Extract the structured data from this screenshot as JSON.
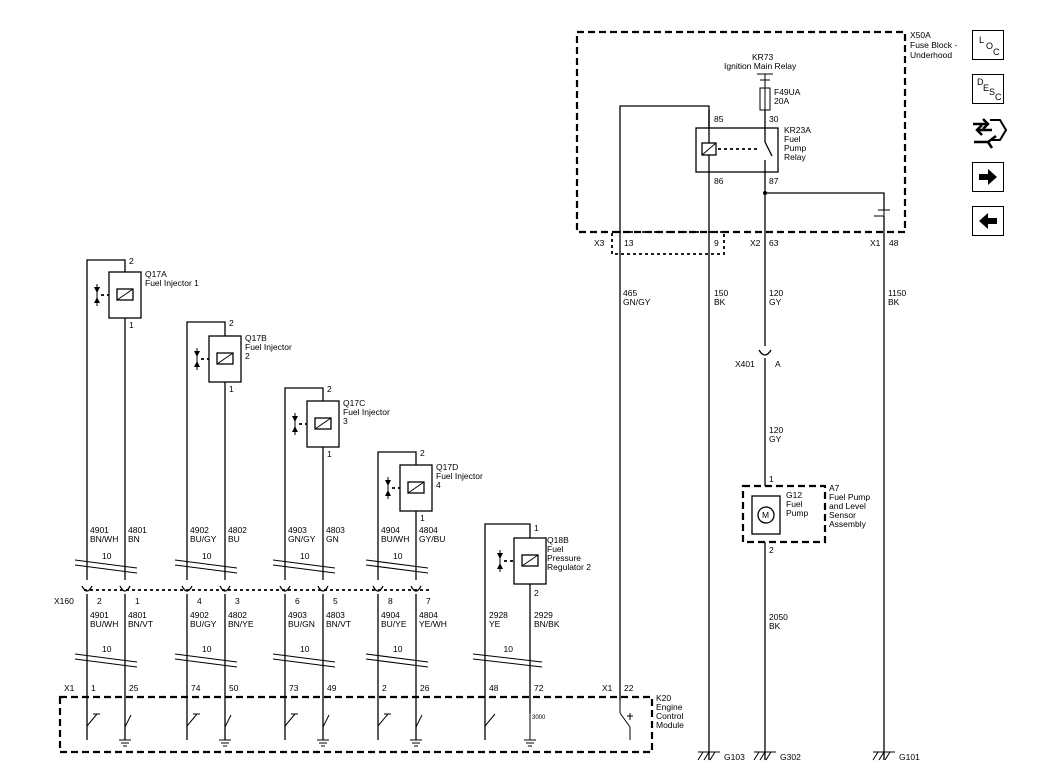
{
  "fuse_block": {
    "id": "X50A",
    "name": "Fuse Block -",
    "name2": "Underhood"
  },
  "relay_main": {
    "id": "KR73",
    "name": "Ignition Main Relay"
  },
  "fuse": {
    "id": "F49UA",
    "rating": "20A"
  },
  "fuel_pump_relay": {
    "id": "KR23A",
    "line1": "Fuel",
    "line2": "Pump",
    "line3": "Relay",
    "pin85": "85",
    "pin86": "86",
    "pin87": "87",
    "pin30": "30"
  },
  "fb_connectors": {
    "x3": "X3",
    "x3_pin13": "13",
    "x3_pin9": "9",
    "x2": "X2",
    "x2_pin63": "63",
    "x1": "X1",
    "x1_pin48": "48"
  },
  "wires": {
    "w465": {
      "circuit": "465",
      "color": "GN/GY"
    },
    "w150": {
      "circuit": "150",
      "color": "BK"
    },
    "w120a": {
      "circuit": "120",
      "color": "GY"
    },
    "w1150": {
      "circuit": "1150",
      "color": "BK"
    },
    "w120b": {
      "circuit": "120",
      "color": "GY"
    },
    "w2050": {
      "circuit": "2050",
      "color": "BK"
    }
  },
  "x401": {
    "id": "X401",
    "pin": "A"
  },
  "pump_module": {
    "id": "A7",
    "line1": "Fuel Pump",
    "line2": "and Level",
    "line3": "Sensor",
    "line4": "Assembly"
  },
  "pump": {
    "id": "G12",
    "line1": "Fuel",
    "line2": "Pump",
    "pin1": "1",
    "pin2": "2",
    "symbol": "M"
  },
  "injectors": [
    {
      "id": "Q17A",
      "name": "Fuel Injector 1",
      "name2": "",
      "pin2": "2",
      "pin1": "1"
    },
    {
      "id": "Q17B",
      "name": "Fuel Injector",
      "name2": "2",
      "pin2": "2",
      "pin1": "1"
    },
    {
      "id": "Q17C",
      "name": "Fuel Injector",
      "name2": "3",
      "pin2": "2",
      "pin1": "1"
    },
    {
      "id": "Q17D",
      "name": "Fuel Injector",
      "name2": "4",
      "pin2": "2",
      "pin1": "1"
    }
  ],
  "regulator": {
    "id": "Q18B",
    "line1": "Fuel",
    "line2": "Pressure",
    "line3": "Regulator 2",
    "pin1": "1",
    "pin2": "2"
  },
  "upper_wires": [
    {
      "circuit": "4901",
      "color": "BN/WH"
    },
    {
      "circuit": "4801",
      "color": "BN"
    },
    {
      "circuit": "4902",
      "color": "BU/GY"
    },
    {
      "circuit": "4802",
      "color": "BU"
    },
    {
      "circuit": "4903",
      "color": "GN/GY"
    },
    {
      "circuit": "4803",
      "color": "GN"
    },
    {
      "circuit": "4904",
      "color": "BU/WH"
    },
    {
      "circuit": "4804",
      "color": "GY/BU"
    }
  ],
  "lower_wires": [
    {
      "circuit": "4901",
      "color": "BU/WH"
    },
    {
      "circuit": "4801",
      "color": "BN/VT"
    },
    {
      "circuit": "4902",
      "color": "BU/GY"
    },
    {
      "circuit": "4802",
      "color": "BN/YE"
    },
    {
      "circuit": "4903",
      "color": "BU/GN"
    },
    {
      "circuit": "4803",
      "color": "BN/VT"
    },
    {
      "circuit": "4904",
      "color": "BU/YE"
    },
    {
      "circuit": "4804",
      "color": "YE/WH"
    },
    {
      "circuit": "2928",
      "color": "YE"
    },
    {
      "circuit": "2929",
      "color": "BN/BK"
    }
  ],
  "twist_label": "10",
  "x160": {
    "id": "X160",
    "pins": [
      "2",
      "1",
      "4",
      "3",
      "6",
      "5",
      "8",
      "7"
    ]
  },
  "ecm": {
    "id": "K20",
    "line1": "Engine",
    "line2": "Control",
    "line3": "Module",
    "x1_left": "X1",
    "x1_right": "X1",
    "pins": [
      "1",
      "25",
      "74",
      "50",
      "73",
      "49",
      "2",
      "26",
      "48",
      "72"
    ],
    "pin22": "22",
    "partial": "3000"
  },
  "grounds": {
    "g103": "G103",
    "g302": "G302",
    "g101": "G101"
  },
  "nav": {
    "loc_l": "L",
    "loc_o": "O",
    "loc_c": "C",
    "desc_d": "D",
    "desc_e": "E",
    "desc_s": "S",
    "desc_c": "C"
  }
}
